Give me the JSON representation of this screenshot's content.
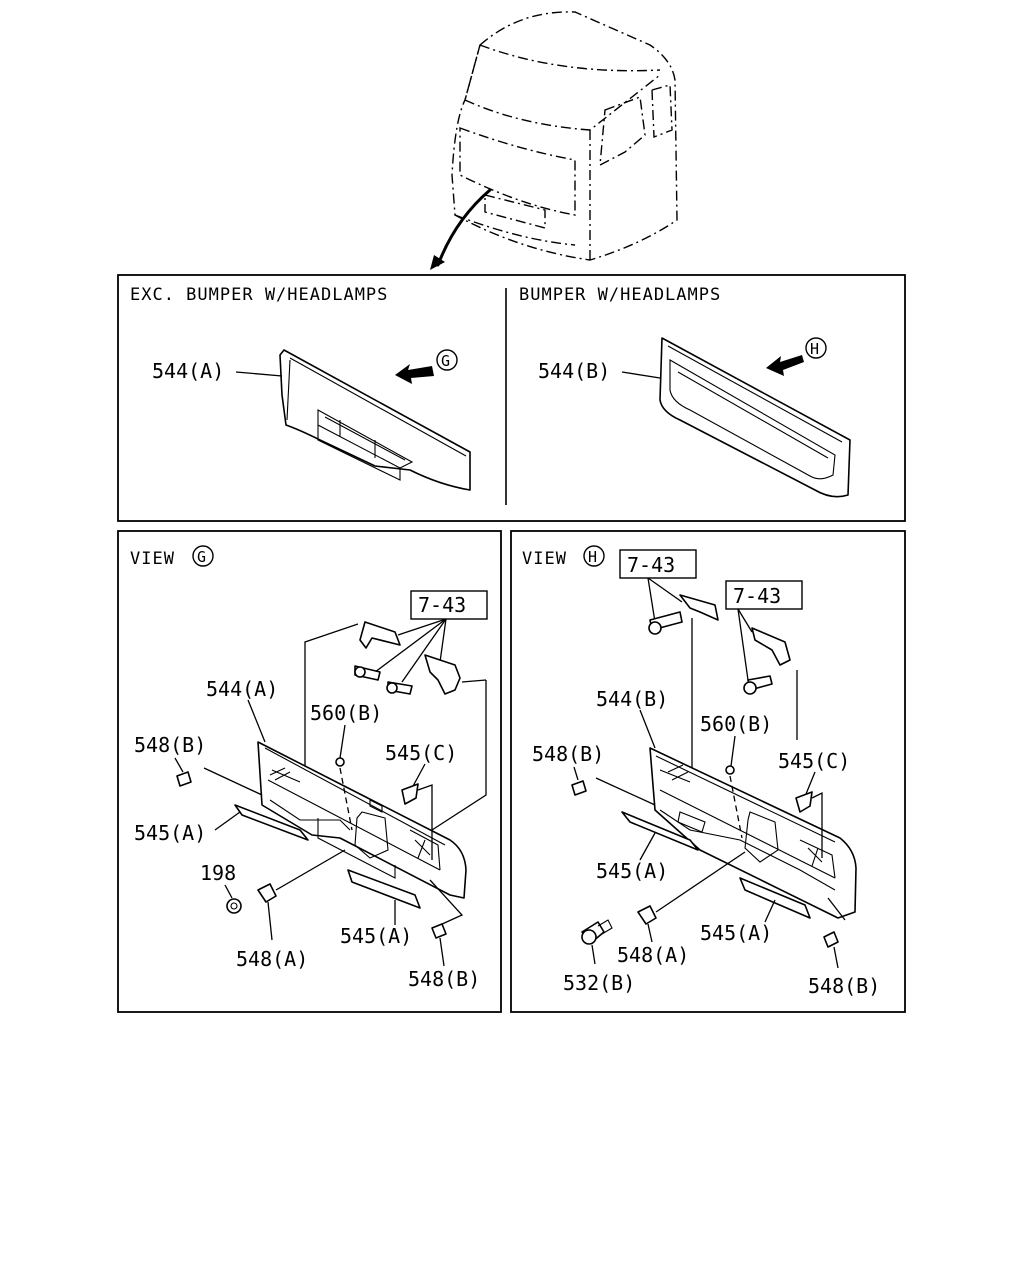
{
  "panels": {
    "top_left_header": "EXC. BUMPER W/HEADLAMPS",
    "top_right_header": "BUMPER W/HEADLAMPS",
    "view_g_header": "VIEW",
    "view_h_header": "VIEW",
    "view_g_letter": "G",
    "view_h_letter": "H"
  },
  "arrow_letters": {
    "g": "G",
    "h": "H"
  },
  "labels": {
    "top_544a": "544(A)",
    "top_544b": "544(B)",
    "g_ref": "7-43",
    "g_544a": "544(A)",
    "g_560b": "560(B)",
    "g_545c": "545(C)",
    "g_548b_left": "548(B)",
    "g_545a_left": "545(A)",
    "g_198": "198",
    "g_548a": "548(A)",
    "g_545a_right": "545(A)",
    "g_548b_bottom": "548(B)",
    "h_ref_1": "7-43",
    "h_ref_2": "7-43",
    "h_544b": "544(B)",
    "h_560b": "560(B)",
    "h_545c": "545(C)",
    "h_548b_left": "548(B)",
    "h_545a_left": "545(A)",
    "h_545a_right": "545(A)",
    "h_532b": "532(B)",
    "h_548a": "548(A)",
    "h_548b_bottom": "548(B)"
  }
}
